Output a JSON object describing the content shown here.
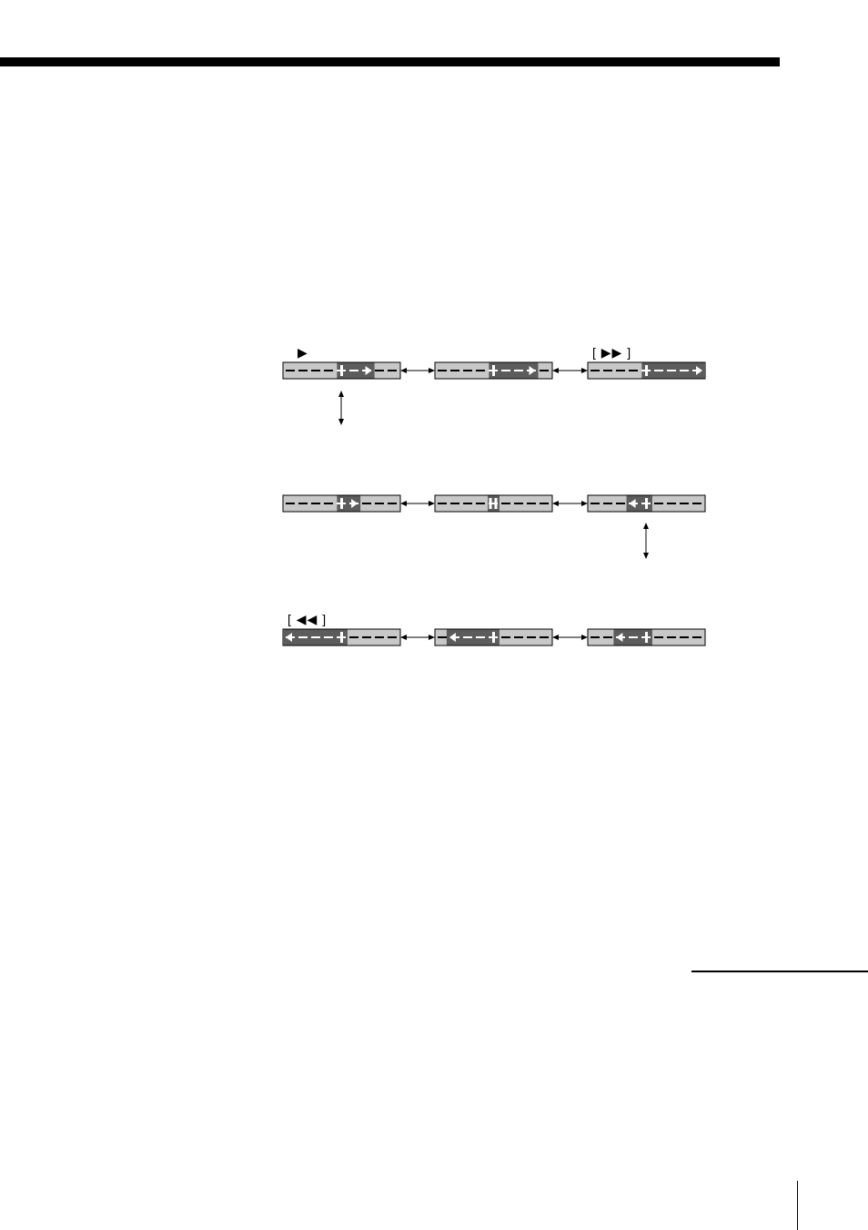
{
  "labels": {
    "play_symbol": "▶",
    "fast_forward": "[ ▶▶ ]",
    "rewind": "[ ◀◀ ]"
  },
  "colors": {
    "bar_light": "#c8c8c8",
    "bar_dark": "#5c5c5c",
    "ink": "#000000",
    "dash_on_light": "#000000",
    "dash_on_dark": "#ffffff"
  },
  "indicator_rows": [
    {
      "name": "forward-row",
      "bars": [
        {
          "state": "play-forward",
          "shaded_segment": [
            0.46,
            0.78
          ],
          "direction": "forward"
        },
        {
          "state": "cue-slow",
          "shaded_segment": [
            0.46,
            0.88
          ],
          "direction": "forward"
        },
        {
          "state": "cue-fast",
          "shaded_segment": [
            0.46,
            1.0
          ],
          "direction": "forward"
        }
      ]
    },
    {
      "name": "slow-row",
      "bars": [
        {
          "state": "slow-forward",
          "shaded_segment": [
            0.46,
            0.66
          ],
          "direction": "forward"
        },
        {
          "state": "still",
          "shaded_segment": [
            0.45,
            0.55
          ],
          "direction": "pause"
        },
        {
          "state": "slow-reverse",
          "shaded_segment": [
            0.33,
            0.55
          ],
          "direction": "reverse"
        }
      ]
    },
    {
      "name": "reverse-row",
      "bars": [
        {
          "state": "review-fast",
          "shaded_segment": [
            0.0,
            0.55
          ],
          "direction": "reverse"
        },
        {
          "state": "review-slow",
          "shaded_segment": [
            0.1,
            0.55
          ],
          "direction": "reverse"
        },
        {
          "state": "play-reverse",
          "shaded_segment": [
            0.22,
            0.55
          ],
          "direction": "reverse"
        }
      ]
    }
  ]
}
